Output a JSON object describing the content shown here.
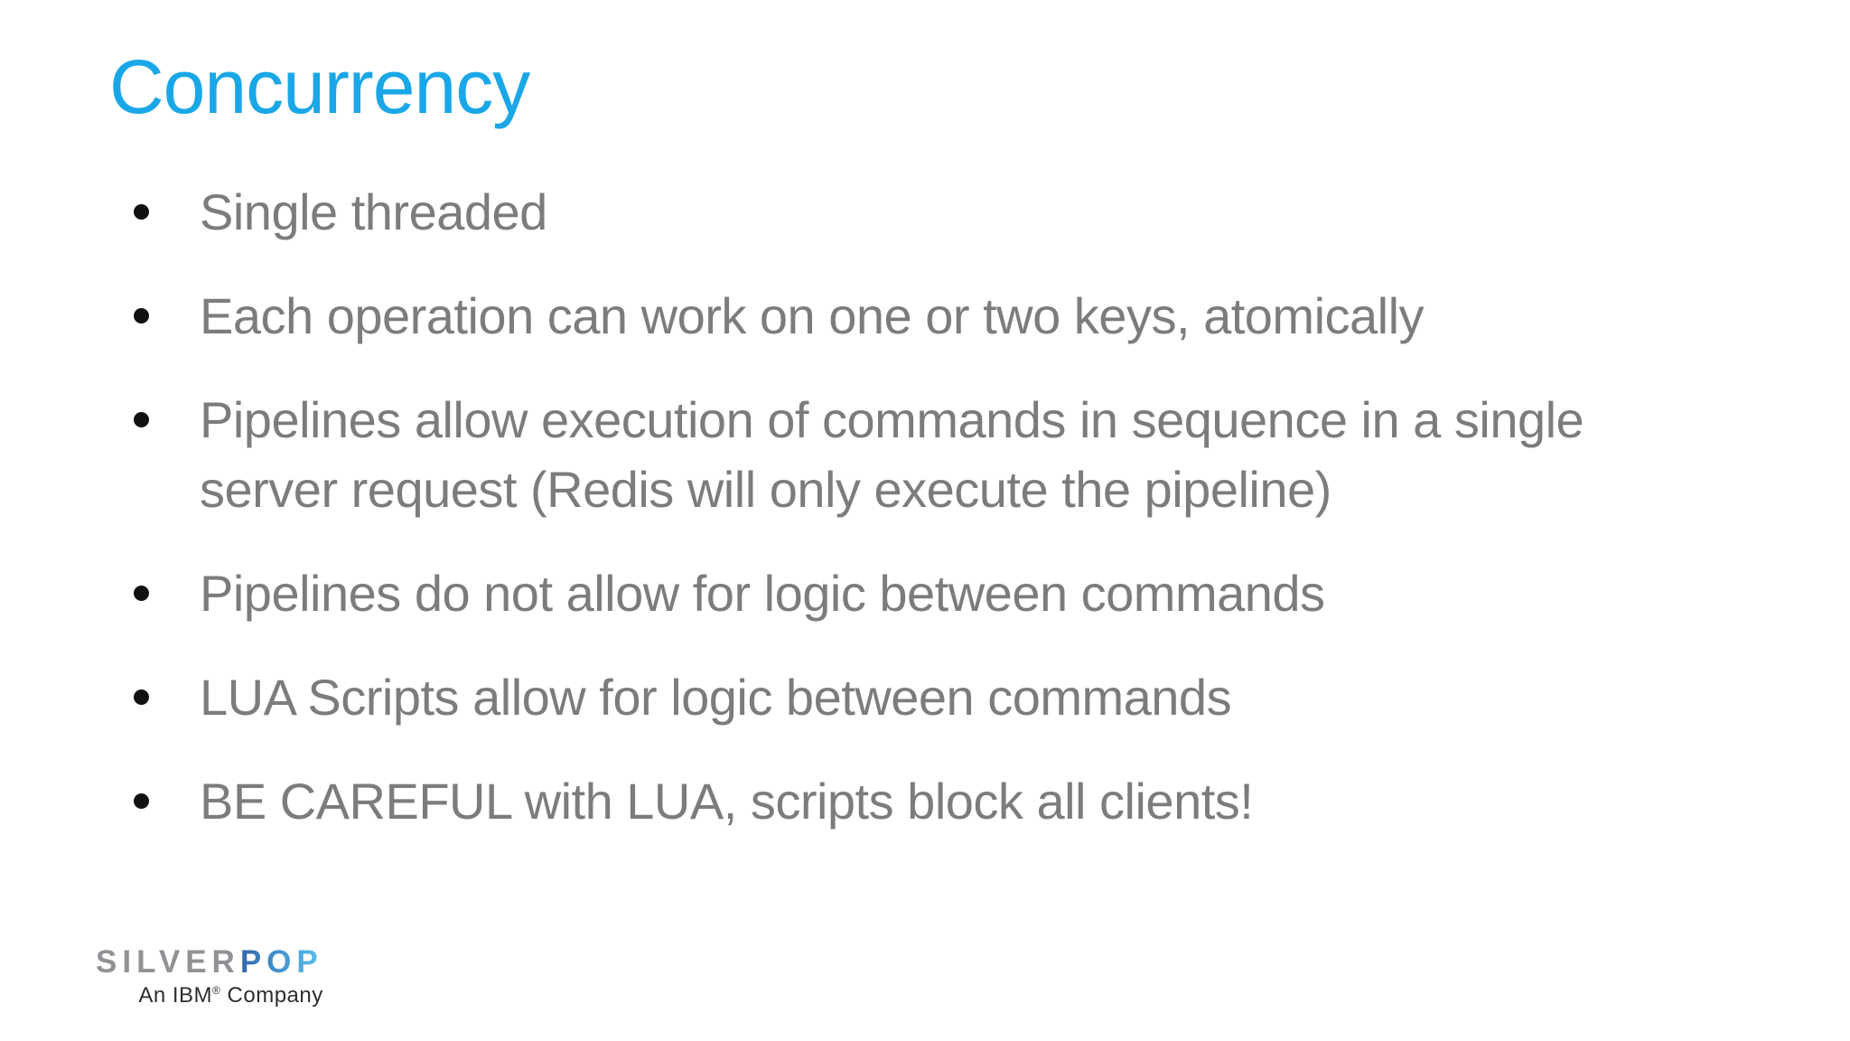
{
  "slide": {
    "title": "Concurrency",
    "bullets": [
      {
        "lines": [
          "Single threaded"
        ]
      },
      {
        "lines": [
          "Each operation can work on one or two keys, atomically"
        ]
      },
      {
        "lines": [
          "Pipelines allow execution of commands in sequence in a single",
          "server request (Redis will only execute the pipeline)"
        ]
      },
      {
        "lines": [
          "Pipelines do not allow for logic between commands"
        ]
      },
      {
        "lines": [
          "LUA Scripts allow for logic between commands"
        ]
      },
      {
        "lines": [
          "BE CAREFUL with LUA, scripts block all clients!"
        ]
      }
    ],
    "logo": {
      "wordmark_part1": "SILVER",
      "wordmark_part2": "POP",
      "tagline_prefix": "An IBM",
      "tagline_reg": "®",
      "tagline_suffix": " Company"
    },
    "colors": {
      "bg": "#ffffff",
      "title": "#1aa7e8",
      "body": "#7b7c7e",
      "dot": "#111111",
      "logo_silver": "#909295",
      "logo_pop_start": "#3368ad",
      "logo_pop_end": "#59c3f0",
      "tagline": "#2e2e2e"
    }
  }
}
